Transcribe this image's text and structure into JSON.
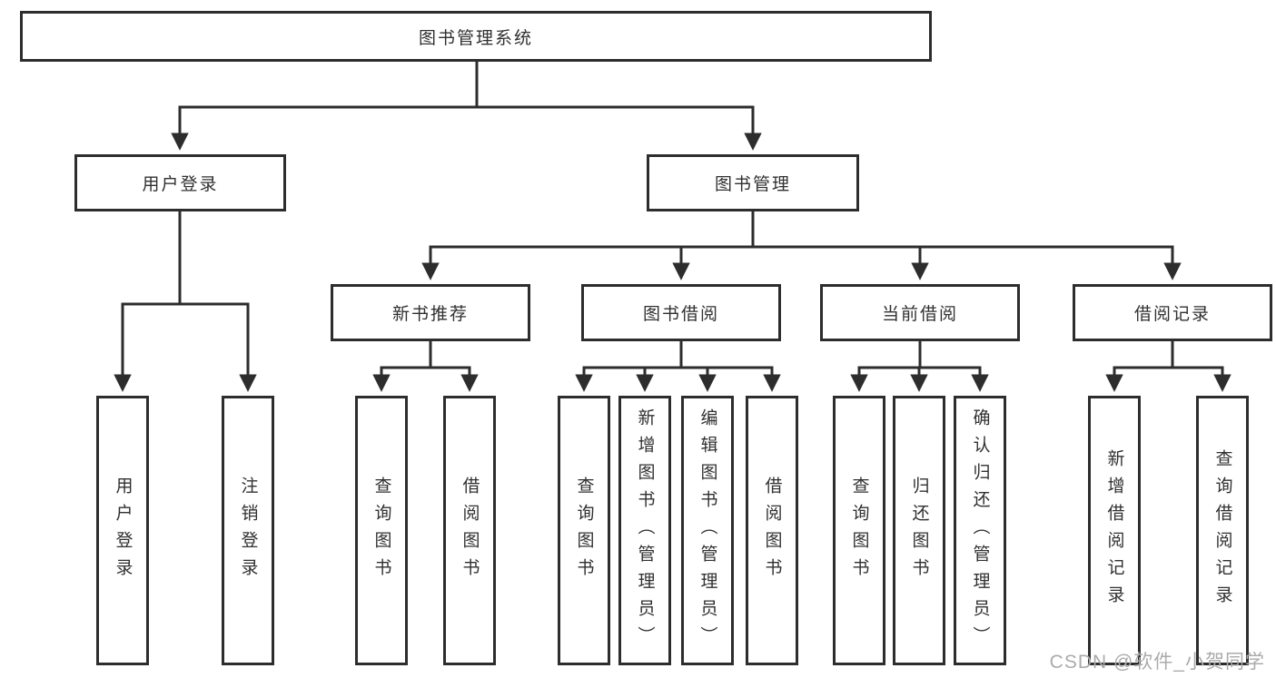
{
  "tree": {
    "label": "图书管理系统",
    "children": [
      {
        "label": "用户登录",
        "children": [
          {
            "label": "用户登录"
          },
          {
            "label": "注销登录"
          }
        ]
      },
      {
        "label": "图书管理",
        "children": [
          {
            "label": "新书推荐",
            "children": [
              {
                "label": "查询图书"
              },
              {
                "label": "借阅图书"
              }
            ]
          },
          {
            "label": "图书借阅",
            "children": [
              {
                "label": "查询图书"
              },
              {
                "label": "新增图书（管理员）"
              },
              {
                "label": "编辑图书（管理员）"
              },
              {
                "label": "借阅图书"
              }
            ]
          },
          {
            "label": "当前借阅",
            "children": [
              {
                "label": "查询图书"
              },
              {
                "label": "归还图书"
              },
              {
                "label": "确认归还（管理员）"
              }
            ]
          },
          {
            "label": "借阅记录",
            "children": [
              {
                "label": "新增借阅记录"
              },
              {
                "label": "查询借阅记录"
              }
            ]
          }
        ]
      }
    ]
  },
  "watermark": {
    "text": "CSDN @软件_小贺同学"
  },
  "colors": {
    "line": "#2d2d2d",
    "box_border": "#2d2d2d",
    "text": "#303030",
    "watermark": "#ababab",
    "background": "#ffffff"
  }
}
